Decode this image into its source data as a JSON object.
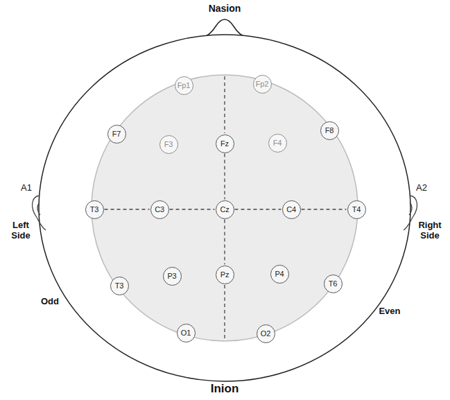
{
  "diagram": {
    "nodes": [
      {
        "text": [
          "Fp1"
        ]
      },
      {
        "text": [
          "Fp2"
        ]
      },
      {
        "text": [
          "F7"
        ]
      },
      {
        "text": [
          "F3"
        ]
      },
      {
        "text": [
          "Fz"
        ]
      },
      {
        "text": [
          "F4"
        ]
      },
      {
        "text": [
          "F8"
        ]
      },
      {
        "text": [
          "T3"
        ]
      },
      {
        "text": [
          "C3"
        ]
      },
      {
        "text": [
          "Cz"
        ]
      },
      {
        "text": [
          "C4"
        ]
      },
      {
        "text": [
          "T4"
        ]
      },
      {
        "text": [
          "T3"
        ]
      },
      {
        "text": [
          "P3"
        ]
      },
      {
        "text": [
          "Pz"
        ]
      },
      {
        "text": [
          "P4"
        ]
      },
      {
        "text": [
          "T6"
        ]
      },
      {
        "text": [
          "O1"
        ]
      },
      {
        "text": [
          "O2"
        ]
      }
    ],
    "edges": [
      {
        "from": 7,
        "to": 8,
        "arrow": "none"
      },
      {
        "from": 8,
        "to": 9,
        "arrow": "none"
      },
      {
        "from": 9,
        "to": 10,
        "arrow": "none"
      },
      {
        "from": 10,
        "to": 11,
        "arrow": "none"
      },
      {
        "from": 4,
        "to": 9,
        "arrow": "none"
      },
      {
        "from": 9,
        "to": 14,
        "arrow": "none"
      }
    ],
    "labels": [
      "Nasion",
      "A1",
      "A2",
      "Left Side",
      "Right Side",
      "Odd",
      "Even",
      "Inion"
    ]
  }
}
